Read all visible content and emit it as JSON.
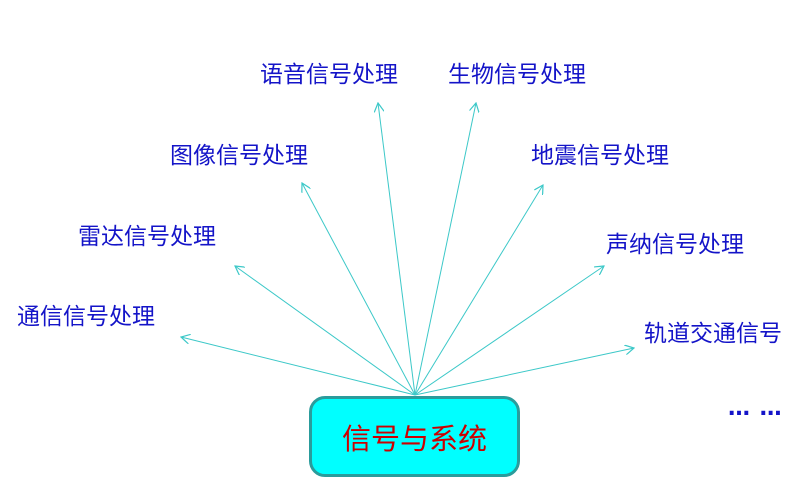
{
  "center": {
    "label": "信号与系统"
  },
  "branches": [
    {
      "label": "语音信号处理"
    },
    {
      "label": "生物信号处理"
    },
    {
      "label": "图像信号处理"
    },
    {
      "label": "地震信号处理"
    },
    {
      "label": "雷达信号处理"
    },
    {
      "label": "声纳信号处理"
    },
    {
      "label": "通信信号处理"
    },
    {
      "label": "轨道交通信号"
    }
  ],
  "more": "… …",
  "colors": {
    "text": "#1414c8",
    "center_fill": "#00ffff",
    "center_text": "#cc0000",
    "arrow": "#3cc8c8"
  }
}
